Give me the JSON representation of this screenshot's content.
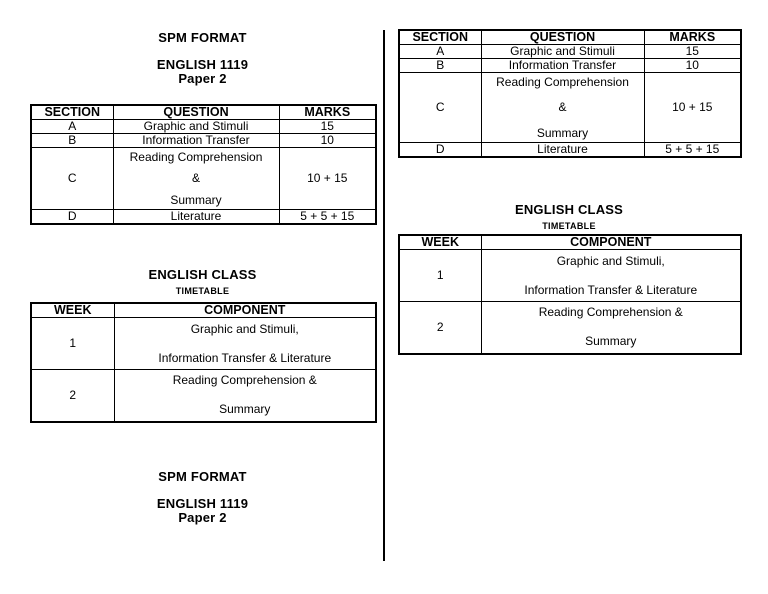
{
  "document": {
    "spm_heading": {
      "line1": "SPM FORMAT",
      "line2": "ENGLISH 1119",
      "line3": "Paper 2"
    },
    "class_heading": {
      "title": "ENGLISH CLASS",
      "subtitle": "TIMETABLE"
    },
    "spm_table": {
      "headers": [
        "SECTION",
        "QUESTION",
        "MARKS"
      ],
      "rows": [
        {
          "section": "A",
          "question_lines": [
            "Graphic and Stimuli"
          ],
          "marks": "15"
        },
        {
          "section": "B",
          "question_lines": [
            "Information Transfer"
          ],
          "marks": "10"
        },
        {
          "section": "C",
          "question_lines": [
            "Reading Comprehension",
            "&",
            "Summary"
          ],
          "marks": "10 + 15"
        },
        {
          "section": "D",
          "question_lines": [
            "Literature"
          ],
          "marks": "5 + 5 + 15"
        }
      ]
    },
    "timetable": {
      "headers": [
        "WEEK",
        "COMPONENT"
      ],
      "rows": [
        {
          "week": "1",
          "component_lines": [
            "Graphic and Stimuli,",
            "Information Transfer & Literature"
          ]
        },
        {
          "week": "2",
          "component_lines": [
            "Reading Comprehension &",
            "Summary"
          ]
        }
      ]
    },
    "colors": {
      "text": "#000000",
      "background": "#ffffff",
      "table_border": "#000000"
    }
  }
}
